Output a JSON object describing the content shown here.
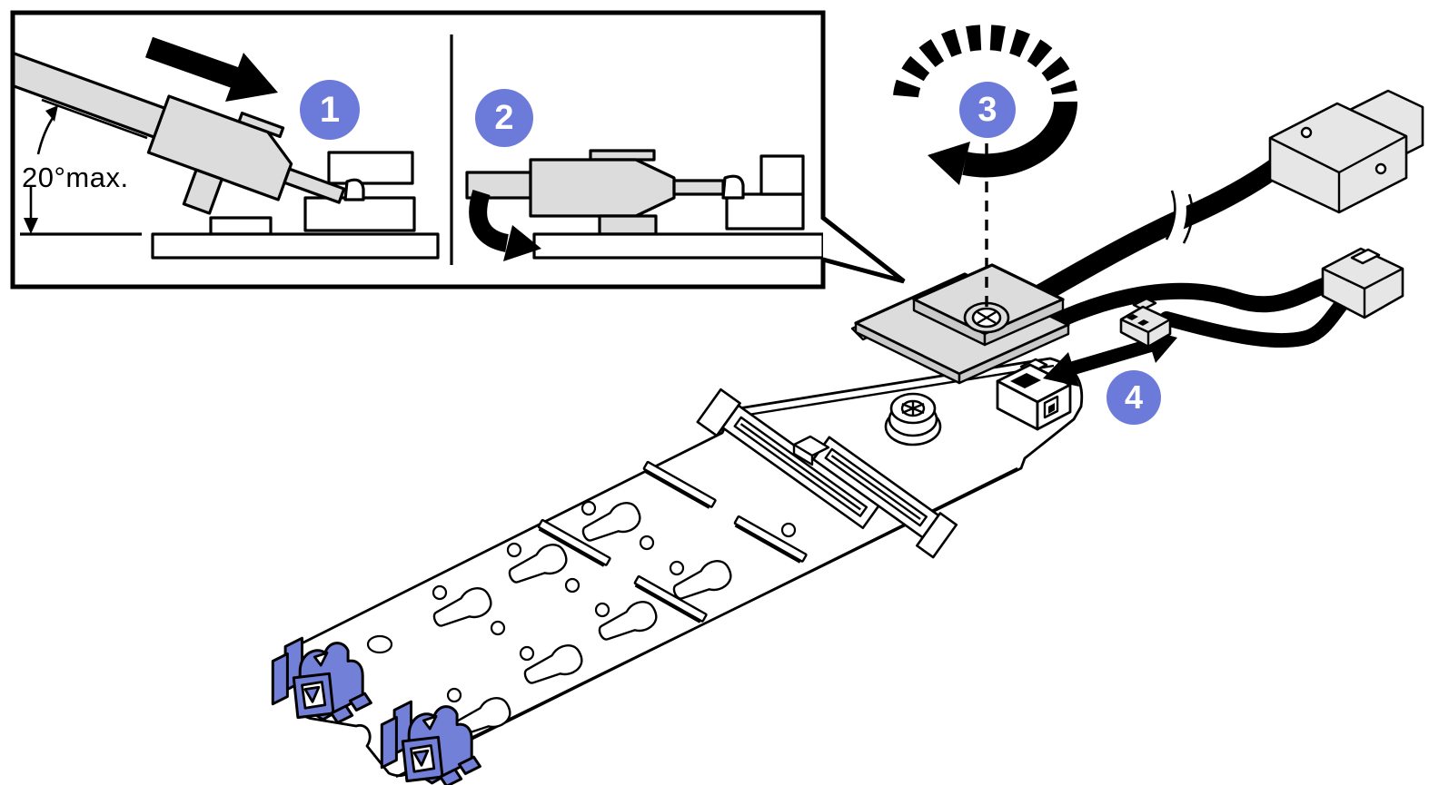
{
  "annotations": {
    "angle_label": "20°max."
  },
  "steps": [
    {
      "number": "1"
    },
    {
      "number": "2"
    },
    {
      "number": "3"
    },
    {
      "number": "4"
    }
  ],
  "icons": {
    "insertion_arrow": "black arrow pointing down-right (insert drive at angle)",
    "rotate_down_arrow": "curved black arrow (lower drive flat)",
    "tighten_rotation": "segmented ring with curved arrow (tighten screw clockwise)",
    "plug_unplug_arrow": "double-headed arrow between cable plug and socket",
    "cable_break": "break marks on cable"
  },
  "colors": {
    "step_badge": "#6C7BD9",
    "retainer_clip": "#7380D8",
    "component_gray": "#DCDCDC",
    "connector_gray": "#E6E6E6",
    "outline": "#000000",
    "background": "#FFFFFF"
  }
}
